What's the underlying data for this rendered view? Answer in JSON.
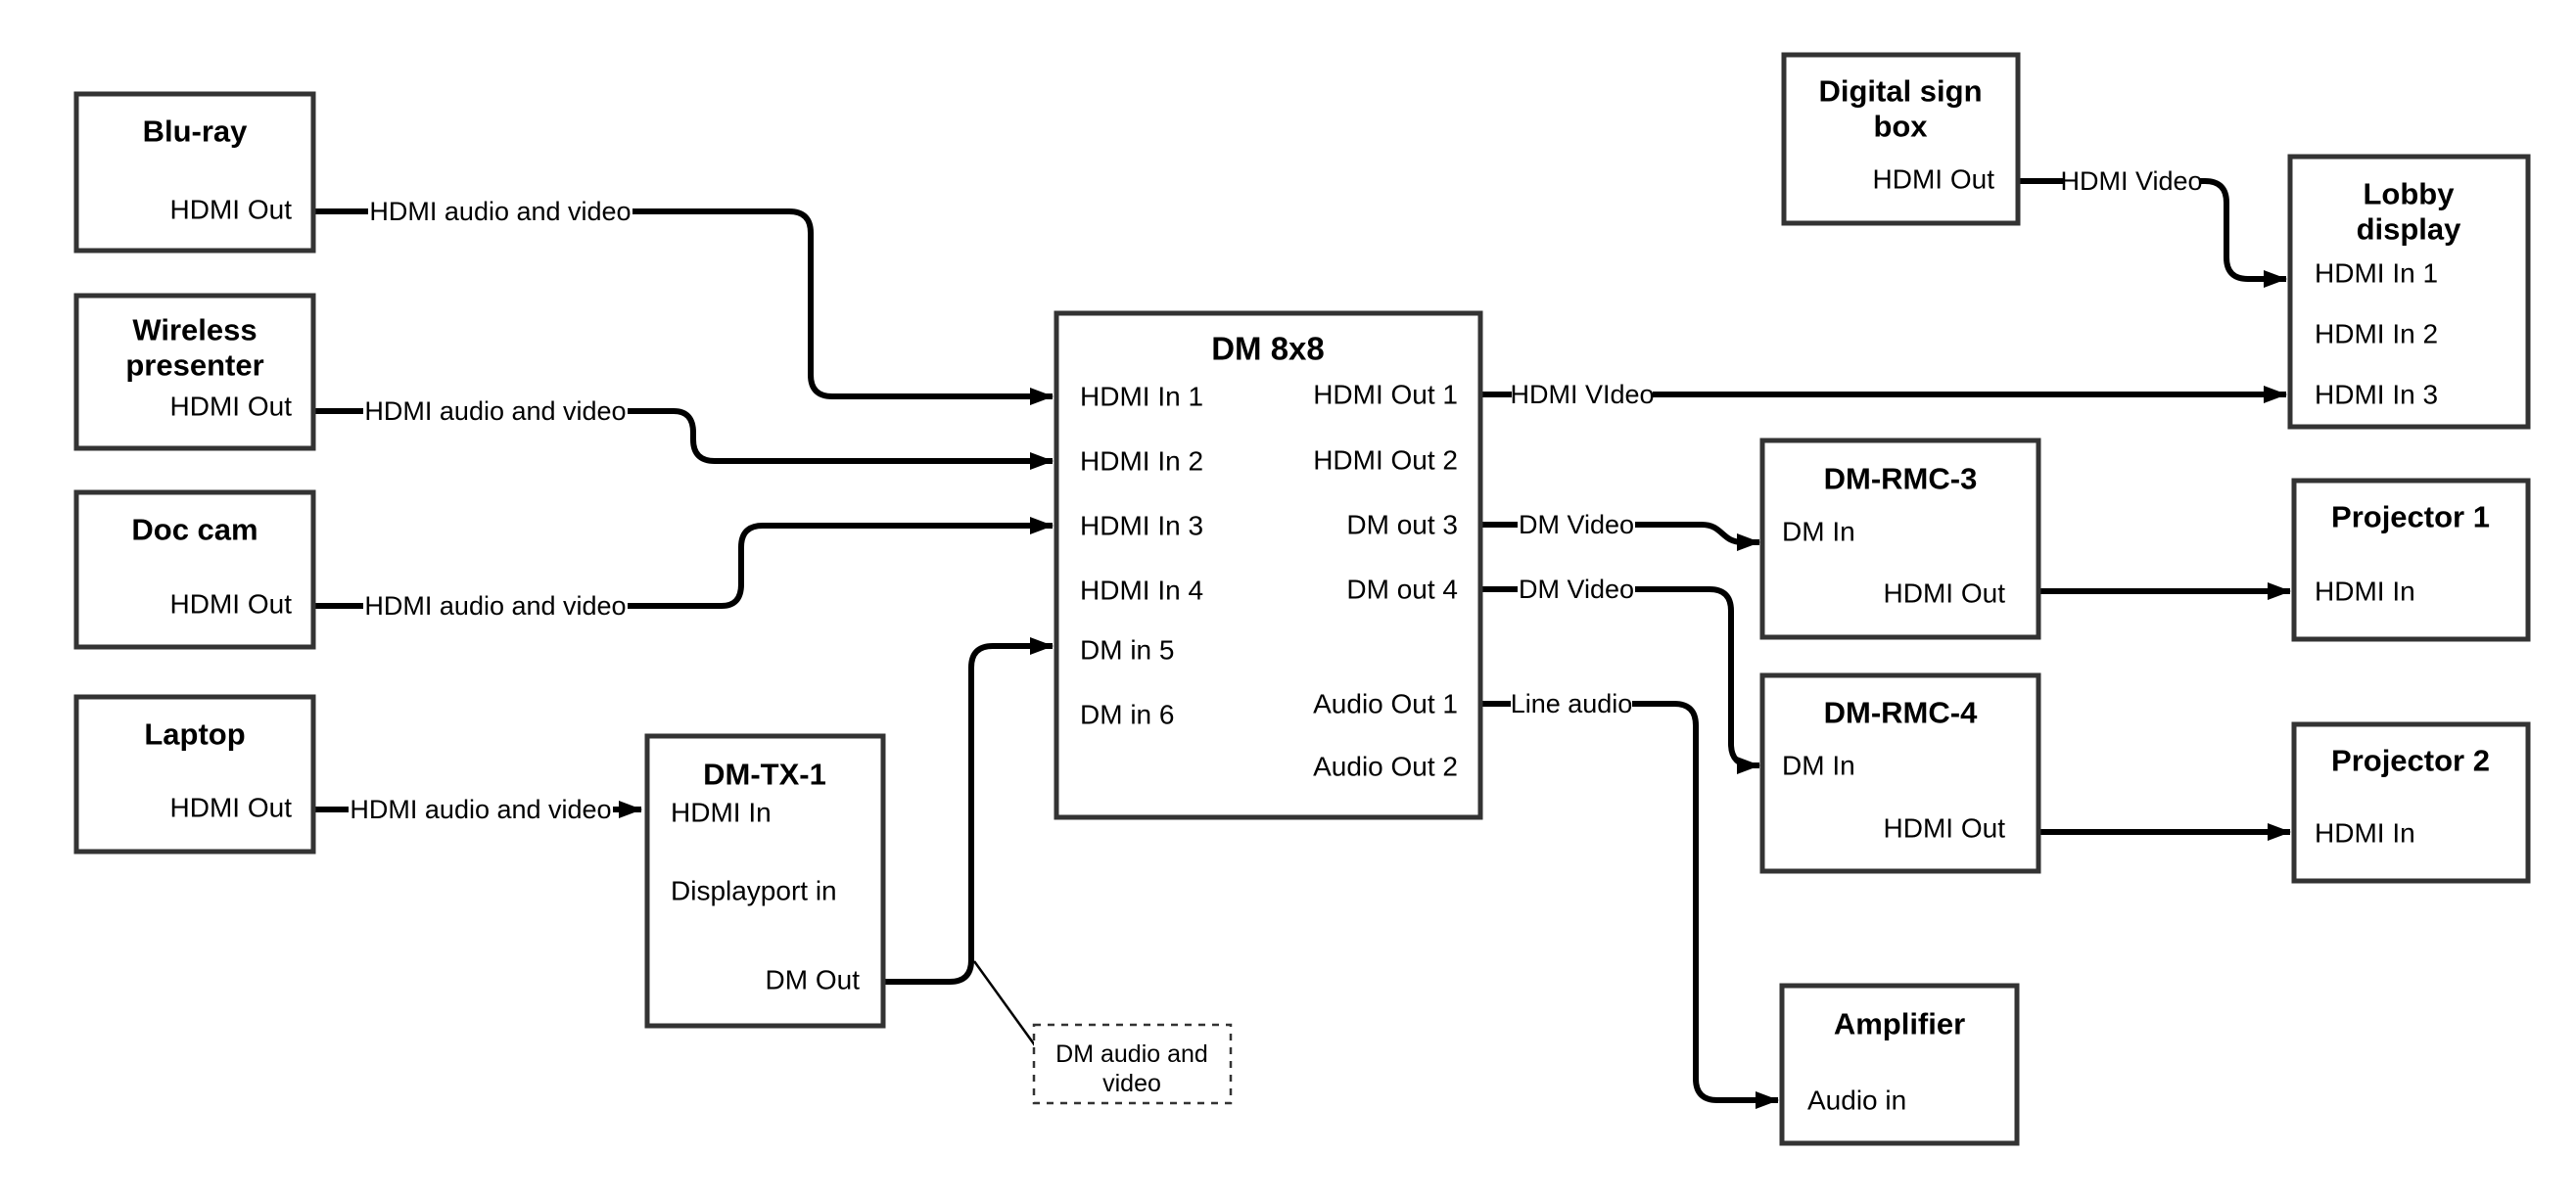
{
  "colors": {
    "line": "#000000",
    "border": "#333333",
    "background": "#ffffff",
    "text": "#000000"
  },
  "nodes": {
    "bluray": {
      "title": "Blu-ray",
      "port": "HDMI Out"
    },
    "wireless": {
      "title_lines": [
        "Wireless",
        "presenter"
      ],
      "port": "HDMI Out"
    },
    "doccam": {
      "title": "Doc cam",
      "port": "HDMI Out"
    },
    "laptop": {
      "title": "Laptop",
      "port": "HDMI Out"
    },
    "dmtx1": {
      "title": "DM-TX-1",
      "ports": [
        "HDMI In",
        "Displayport in",
        "DM Out"
      ]
    },
    "dm8x8": {
      "title": "DM 8x8",
      "inputs": [
        "HDMI In 1",
        "HDMI In 2",
        "HDMI In 3",
        "HDMI In 4",
        "DM in 5",
        "DM in 6"
      ],
      "outputs": [
        "HDMI Out 1",
        "HDMI Out 2",
        "DM out 3",
        "DM out 4",
        "Audio Out 1",
        "Audio Out 2"
      ]
    },
    "digsign": {
      "title_lines": [
        "Digital sign",
        "box"
      ],
      "port": "HDMI Out"
    },
    "lobby": {
      "title_lines": [
        "Lobby",
        "display"
      ],
      "ports": [
        "HDMI In 1",
        "HDMI In 2",
        "HDMI In 3"
      ]
    },
    "rmc3": {
      "title": "DM-RMC-3",
      "ports": [
        "DM In",
        "HDMI Out"
      ]
    },
    "proj1": {
      "title": "Projector 1",
      "port": "HDMI In"
    },
    "rmc4": {
      "title": "DM-RMC-4",
      "ports": [
        "DM In",
        "HDMI Out"
      ]
    },
    "proj2": {
      "title": "Projector 2",
      "port": "HDMI In"
    },
    "amp": {
      "title": "Amplifier",
      "port": "Audio in"
    }
  },
  "labels": {
    "hdmi_av": "HDMI audio and video",
    "hdmi_video": "HDMI Video",
    "hdmi_video_long": "HDMI VIdeo",
    "dm_video": "DM Video",
    "line_audio": "Line audio"
  },
  "note": {
    "lines": [
      "DM audio and",
      "video"
    ]
  }
}
